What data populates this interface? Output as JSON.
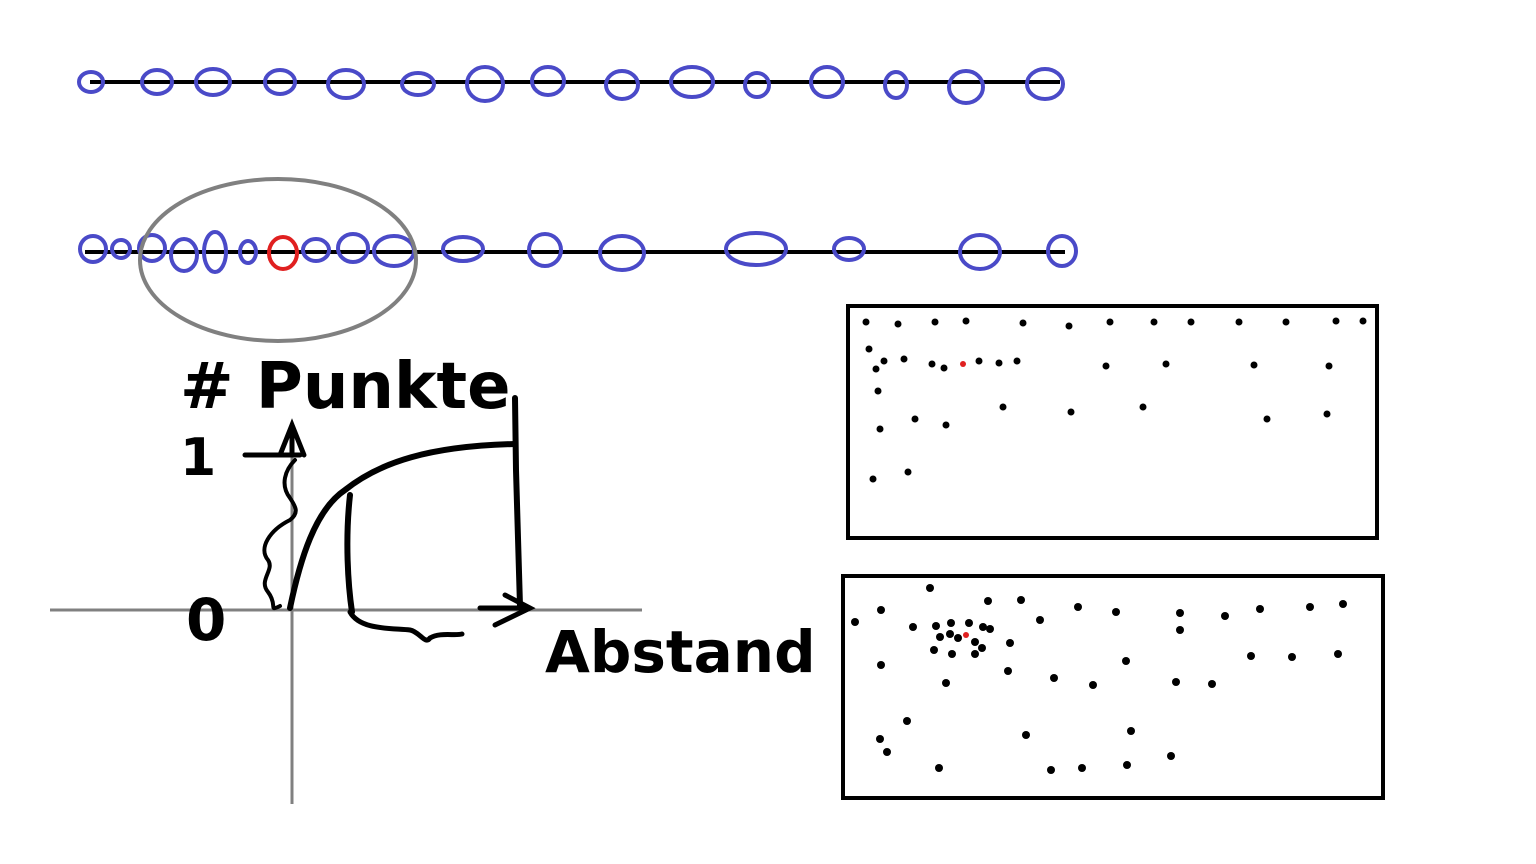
{
  "graph": {
    "y_label": "# Punkte",
    "x_label": "Abstand",
    "tick_one": "1",
    "tick_zero": "0"
  },
  "colors": {
    "ink": "#000000",
    "blue_circle": "#4a4ac8",
    "red_highlight": "#e02020",
    "grey": "#808080"
  }
}
